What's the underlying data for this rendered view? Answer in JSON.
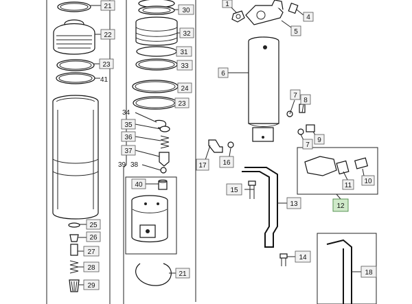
{
  "callouts": {
    "p1": "1",
    "p4": "4",
    "p5": "5",
    "p6": "6",
    "p7a": "7",
    "p8": "8",
    "p9": "9",
    "p7b": "7",
    "p10": "10",
    "p11": "11",
    "p12": "12",
    "p13": "13",
    "p14": "14",
    "p15": "15",
    "p16": "16",
    "p17": "17",
    "p18": "18",
    "p21a": "21",
    "p22": "22",
    "p23a": "23",
    "p41": "41",
    "p25": "25",
    "p26": "26",
    "p27": "27",
    "p28": "28",
    "p29": "29",
    "p30": "30",
    "p32": "32",
    "p31": "31",
    "p33": "33",
    "p24": "24",
    "p23b": "23",
    "p34": "34",
    "p35": "35",
    "p36": "36",
    "p37": "37",
    "p39": "39",
    "p38": "38",
    "p40": "40",
    "p21b": "21"
  },
  "colors": {
    "label_box": "#f1f1f1",
    "highlight_box": "#cfe9c9",
    "ink": "#111111"
  }
}
